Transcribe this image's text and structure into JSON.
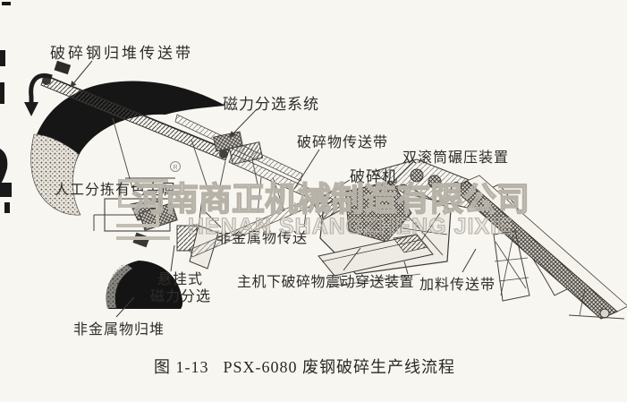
{
  "figure_caption": {
    "prefix": "图 1-13",
    "title": "PSX-6080 废钢破碎生产线流程"
  },
  "labels": {
    "stacking_conveyor": "破碎钢归堆传送带",
    "magnetic_separation_system": "磁力分选系统",
    "crushed_material_conveyor": "破碎物传送带",
    "double_drum_rolling_device": "双滚筒碾压装置",
    "crusher": "破碎机",
    "manual_sorting_nonferrous": "人工分拣有色金属",
    "nonmetal_conveyor": "非金属物传送",
    "suspended_magnetic_line1": "悬挂式",
    "suspended_magnetic_line2": "磁力分选",
    "vibrating_under_main": "主机下破碎物震动穿送装置",
    "feeding_conveyor": "加料传送带",
    "nonmetal_pile": "非金属物归堆"
  },
  "watermark": {
    "cn": "河南商正机械制造有限公司",
    "en": "HENAN SHANGZHENG JIXIE",
    "registered": "R",
    "color": "#b7b2a8"
  },
  "colors": {
    "paper": "#f8f6f1",
    "ink": "#2f2d2a",
    "pile_black": "#161616",
    "line": "#3f3d39"
  }
}
